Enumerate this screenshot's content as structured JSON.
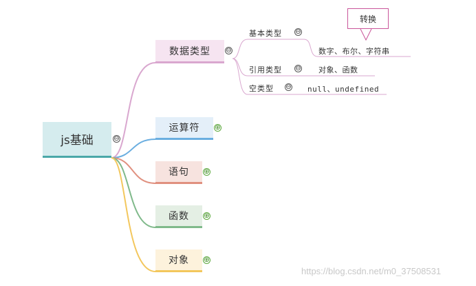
{
  "root": {
    "label": "js基础"
  },
  "branches": {
    "data_types": {
      "label": "数据类型"
    },
    "operators": {
      "label": "运算符"
    },
    "statements": {
      "label": "语句"
    },
    "functions": {
      "label": "函数"
    },
    "objects": {
      "label": "对象"
    }
  },
  "sub": {
    "basic": {
      "label": "基本类型",
      "leaf": "数字、布尔、字符串"
    },
    "reference": {
      "label": "引用类型",
      "leaf": "对象、函数"
    },
    "empty": {
      "label": "空类型",
      "leaf": "null、undefined"
    }
  },
  "callout": {
    "label": "转换"
  },
  "toggles": {
    "expanded": "⊖",
    "collapsed": "⊕"
  },
  "watermark": "https://blog.csdn.net/m0_37508531",
  "colors": {
    "root": "#4aa8a8",
    "data_types": "#d9a7cf",
    "operators": "#6aaee0",
    "statements": "#e0907f",
    "functions": "#7fb98a",
    "objects": "#f3c75d",
    "callout_border": "#c9559a",
    "collapsed_toggle": "#5aa83a"
  }
}
